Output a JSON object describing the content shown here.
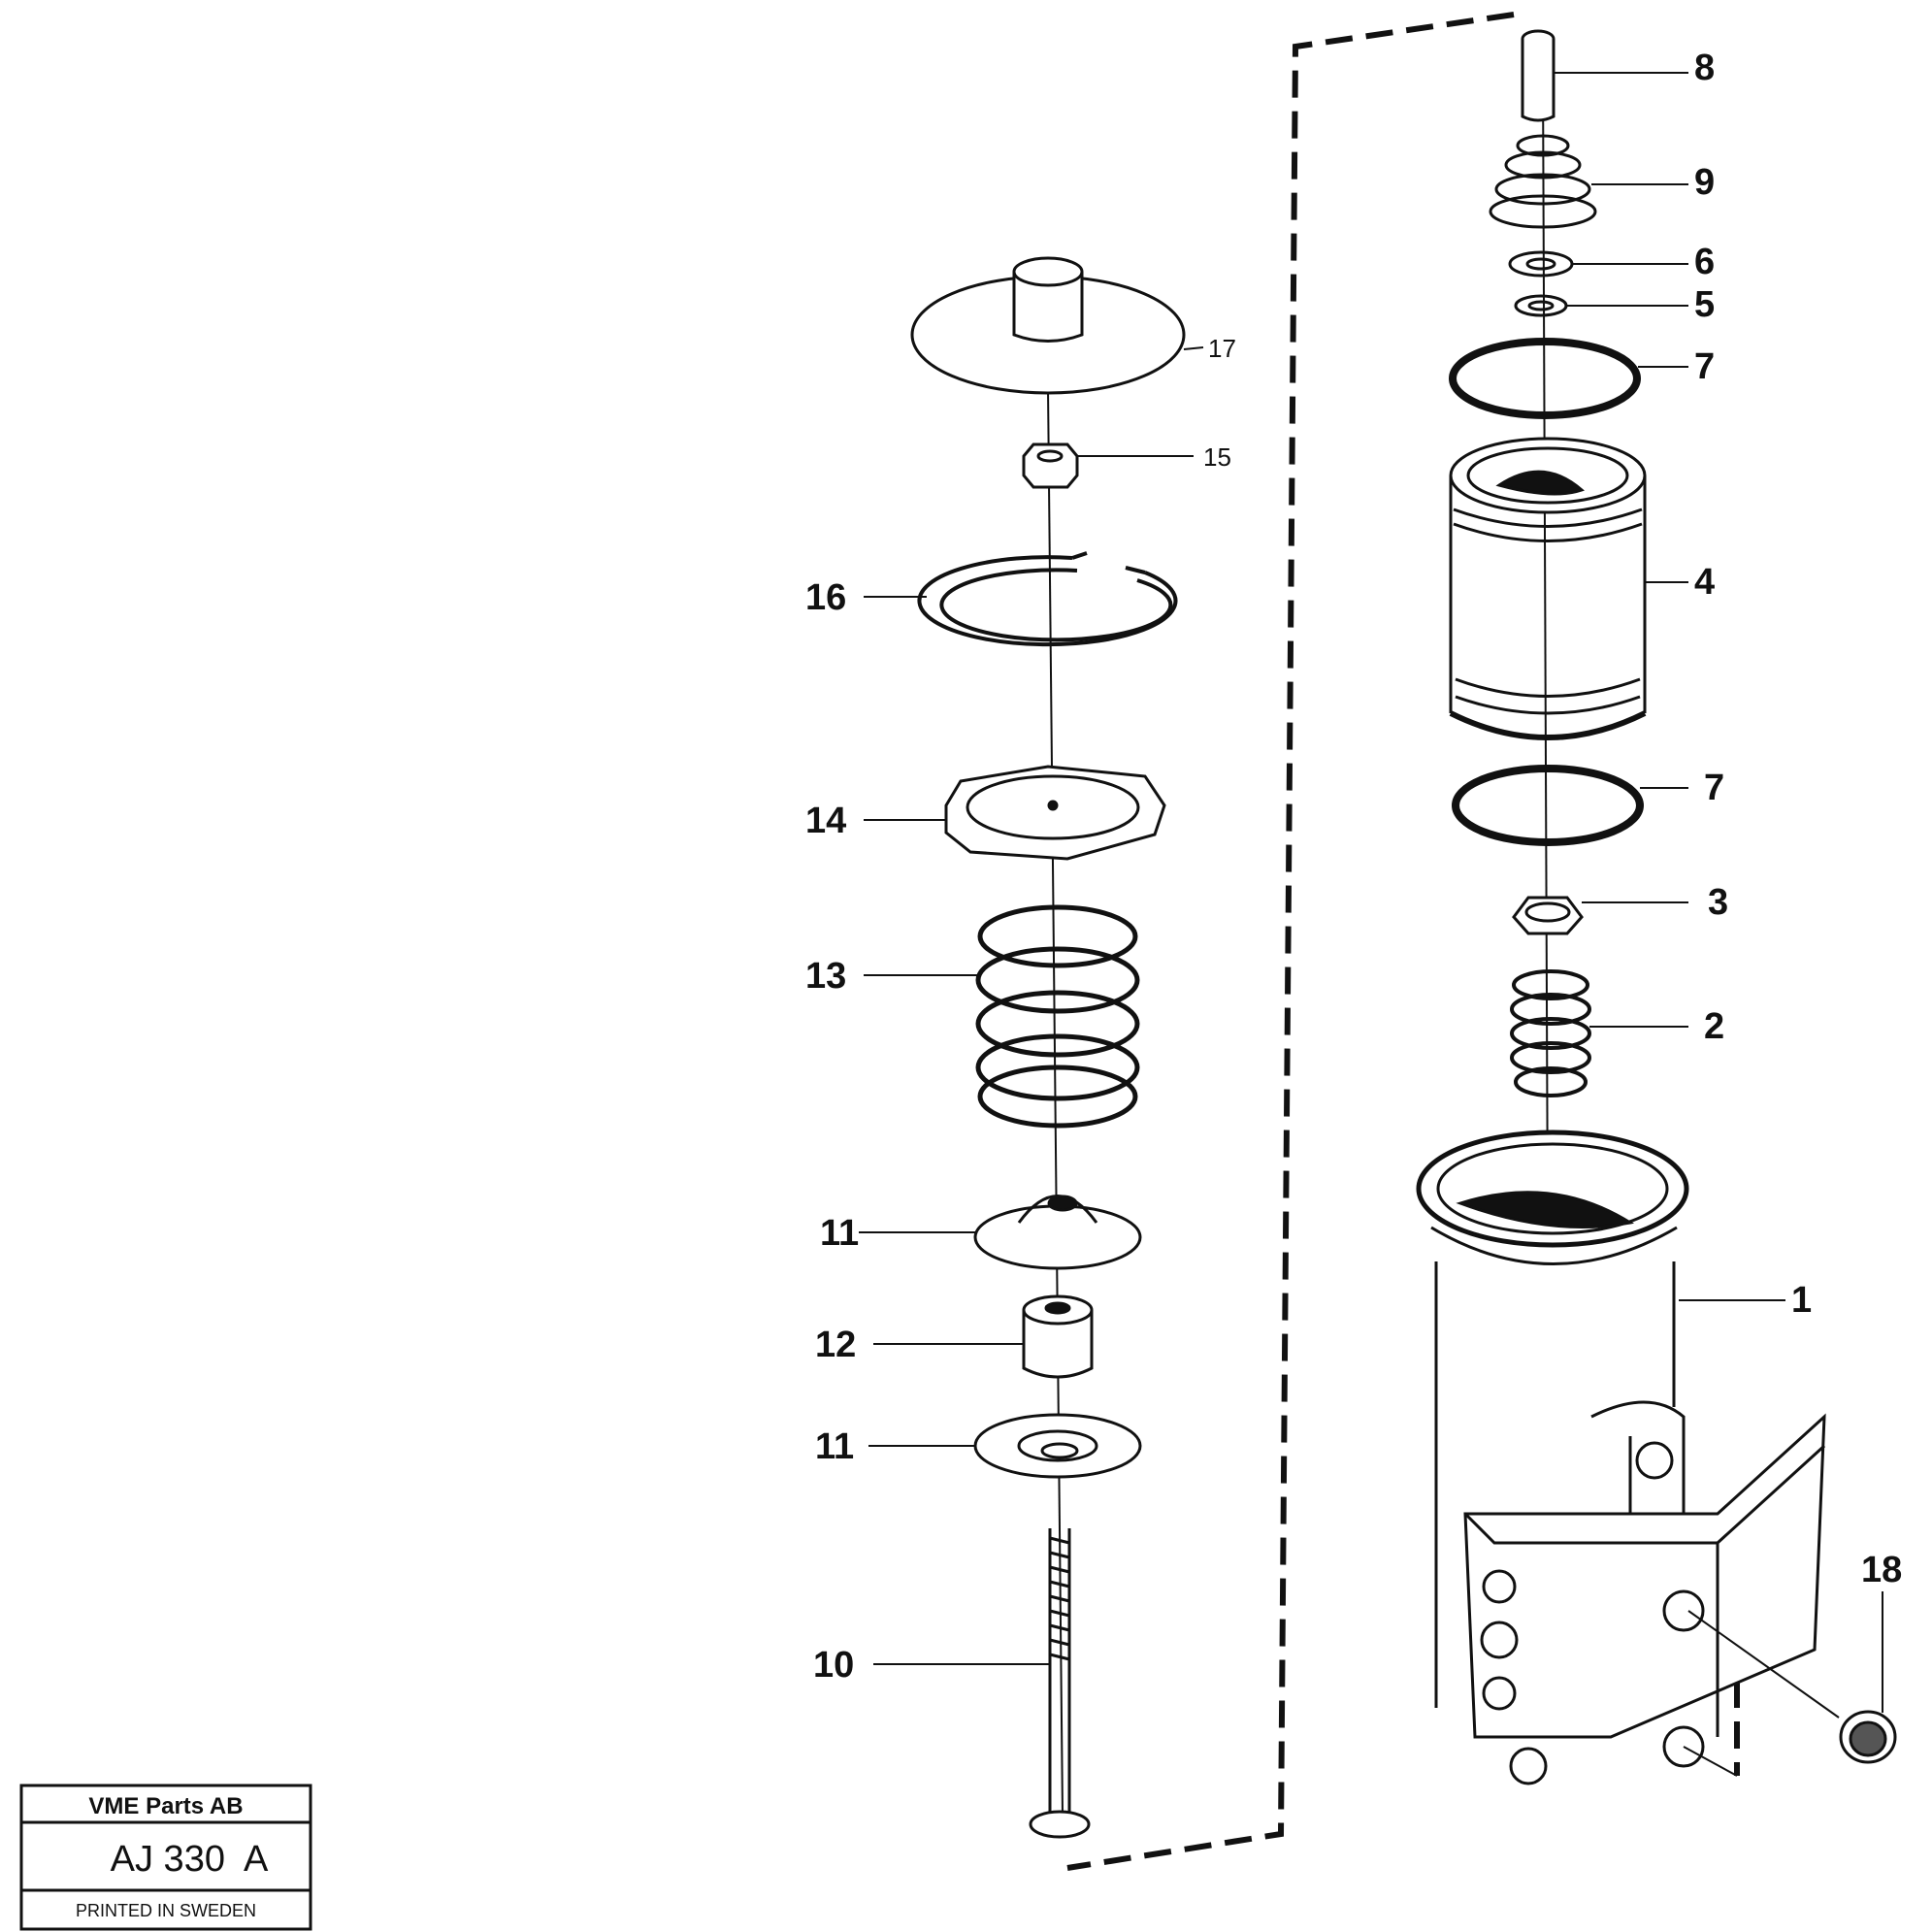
{
  "title_block": {
    "company": "VME Parts AB",
    "drawing_number": "AJ 330  A",
    "printed": "PRINTED IN SWEDEN"
  },
  "callouts": [
    {
      "id": "c8",
      "text": "8"
    },
    {
      "id": "c9",
      "text": "9"
    },
    {
      "id": "c6",
      "text": "6"
    },
    {
      "id": "c5",
      "text": "5"
    },
    {
      "id": "c7a",
      "text": "7"
    },
    {
      "id": "c4",
      "text": "4"
    },
    {
      "id": "c7b",
      "text": "7"
    },
    {
      "id": "c3",
      "text": "3"
    },
    {
      "id": "c2",
      "text": "2"
    },
    {
      "id": "c1",
      "text": "1"
    },
    {
      "id": "c18",
      "text": "18"
    },
    {
      "id": "c17",
      "text": "17"
    },
    {
      "id": "c15",
      "text": "15"
    },
    {
      "id": "c16",
      "text": "16"
    },
    {
      "id": "c14",
      "text": "14"
    },
    {
      "id": "c13",
      "text": "13"
    },
    {
      "id": "c11a",
      "text": "11"
    },
    {
      "id": "c12",
      "text": "12"
    },
    {
      "id": "c11b",
      "text": "11"
    },
    {
      "id": "c10",
      "text": "10"
    }
  ]
}
